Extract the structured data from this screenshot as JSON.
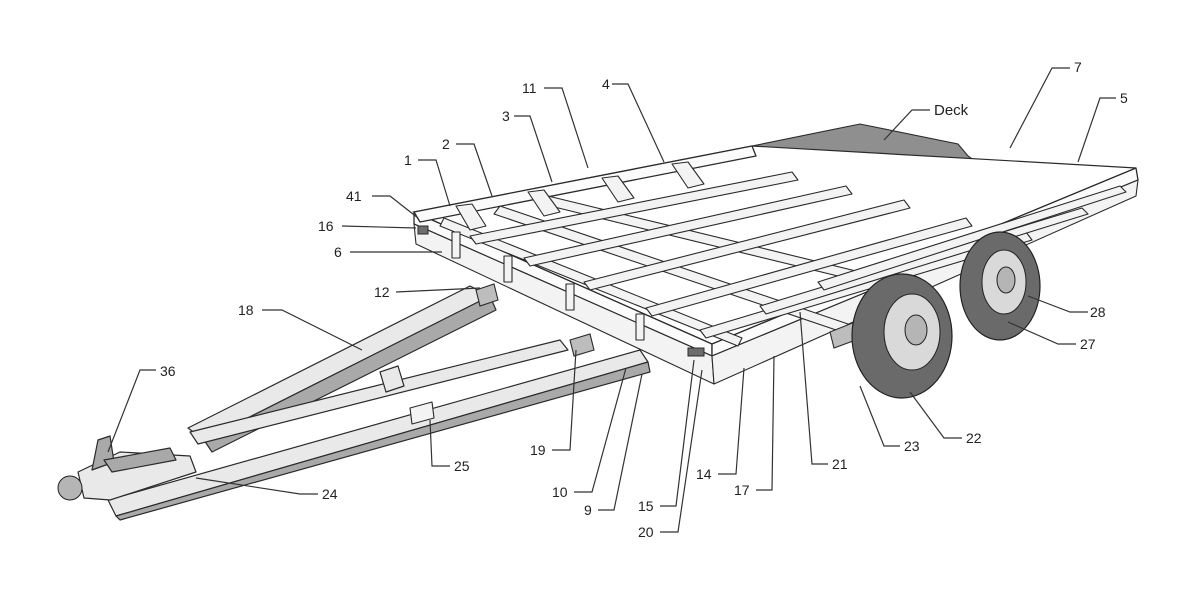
{
  "labels": {
    "deck": "Deck",
    "p1": "1",
    "p2": "2",
    "p3": "3",
    "p4": "4",
    "p5": "5",
    "p6": "6",
    "p7": "7",
    "p9": "9",
    "p10": "10",
    "p11": "11",
    "p12": "12",
    "p14": "14",
    "p15": "15",
    "p16": "16",
    "p17": "17",
    "p18": "18",
    "p19": "19",
    "p20": "20",
    "p21": "21",
    "p22": "22",
    "p23": "23",
    "p24": "24",
    "p25": "25",
    "p27": "27",
    "p28": "28",
    "p36": "36",
    "p41": "41"
  }
}
